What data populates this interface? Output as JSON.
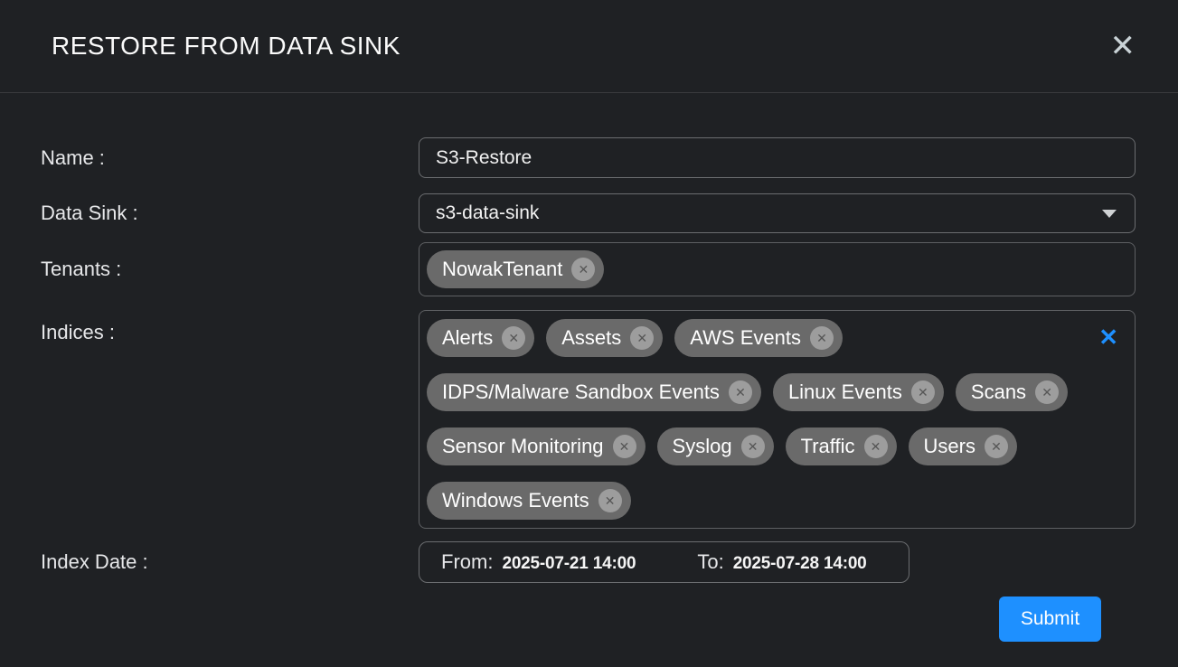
{
  "modal": {
    "title": "RESTORE FROM DATA SINK",
    "close_icon": "✕"
  },
  "colors": {
    "background": "#1f2124",
    "accent_blue": "#1e90ff",
    "chip_background": "#6a6a6a",
    "border": "#6b6d70"
  },
  "form": {
    "name": {
      "label": "Name :",
      "value": "S3-Restore"
    },
    "data_sink": {
      "label": "Data Sink :",
      "value": "s3-data-sink"
    },
    "tenants": {
      "label": "Tenants :",
      "chips": [
        "NowakTenant"
      ]
    },
    "indices": {
      "label": "Indices :",
      "clear_icon": "✕",
      "chips": [
        "Alerts",
        "Assets",
        "AWS Events",
        "IDPS/Malware Sandbox Events",
        "Linux Events",
        "Scans",
        "Sensor Monitoring",
        "Syslog",
        "Traffic",
        "Users",
        "Windows Events"
      ]
    },
    "index_date": {
      "label": "Index Date :",
      "from_label": "From:",
      "from_value": "2025-07-21 14:00",
      "to_label": "To:",
      "to_value": "2025-07-28 14:00"
    }
  },
  "actions": {
    "submit_label": "Submit"
  }
}
